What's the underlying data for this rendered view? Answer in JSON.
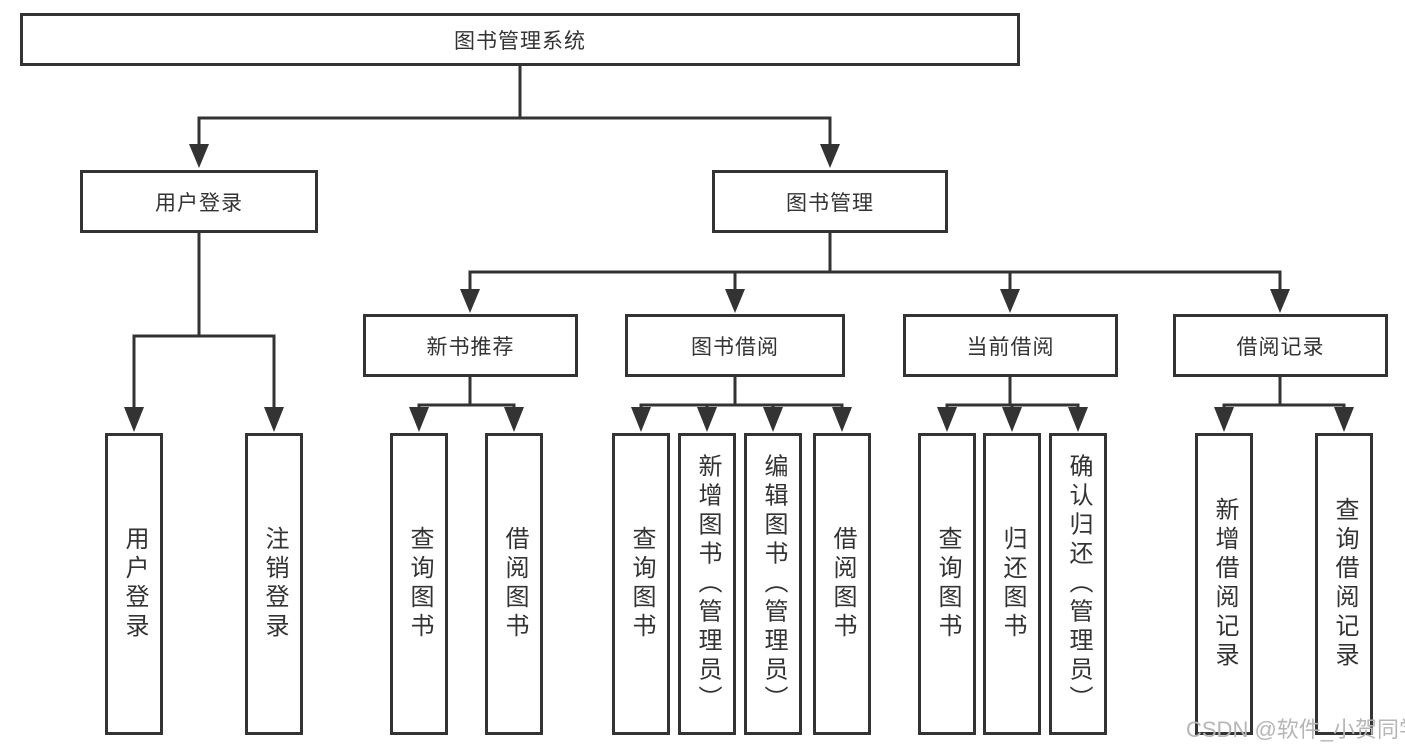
{
  "tree": {
    "label": "图书管理系统",
    "children": [
      {
        "label": "用户登录",
        "children": [
          {
            "label": "用户登录"
          },
          {
            "label": "注销登录"
          }
        ]
      },
      {
        "label": "图书管理",
        "children": [
          {
            "label": "新书推荐",
            "children": [
              {
                "label": "查询图书"
              },
              {
                "label": "借阅图书"
              }
            ]
          },
          {
            "label": "图书借阅",
            "children": [
              {
                "label": "查询图书"
              },
              {
                "label": "新增图书（管理员）"
              },
              {
                "label": "编辑图书（管理员）"
              },
              {
                "label": "借阅图书"
              }
            ]
          },
          {
            "label": "当前借阅",
            "children": [
              {
                "label": "查询图书"
              },
              {
                "label": "归还图书"
              },
              {
                "label": "确认归还（管理员）"
              }
            ]
          },
          {
            "label": "借阅记录",
            "children": [
              {
                "label": "新增借阅记录"
              },
              {
                "label": "查询借阅记录"
              }
            ]
          }
        ]
      }
    ]
  },
  "watermark": {
    "text": "CSDN @软件_小贺同学"
  },
  "colors": {
    "line": "#333333",
    "box_border": "#333333",
    "box_fill": "#ffffff",
    "text": "#333333",
    "watermark": "#b6b6b6",
    "background": "#ffffff"
  }
}
